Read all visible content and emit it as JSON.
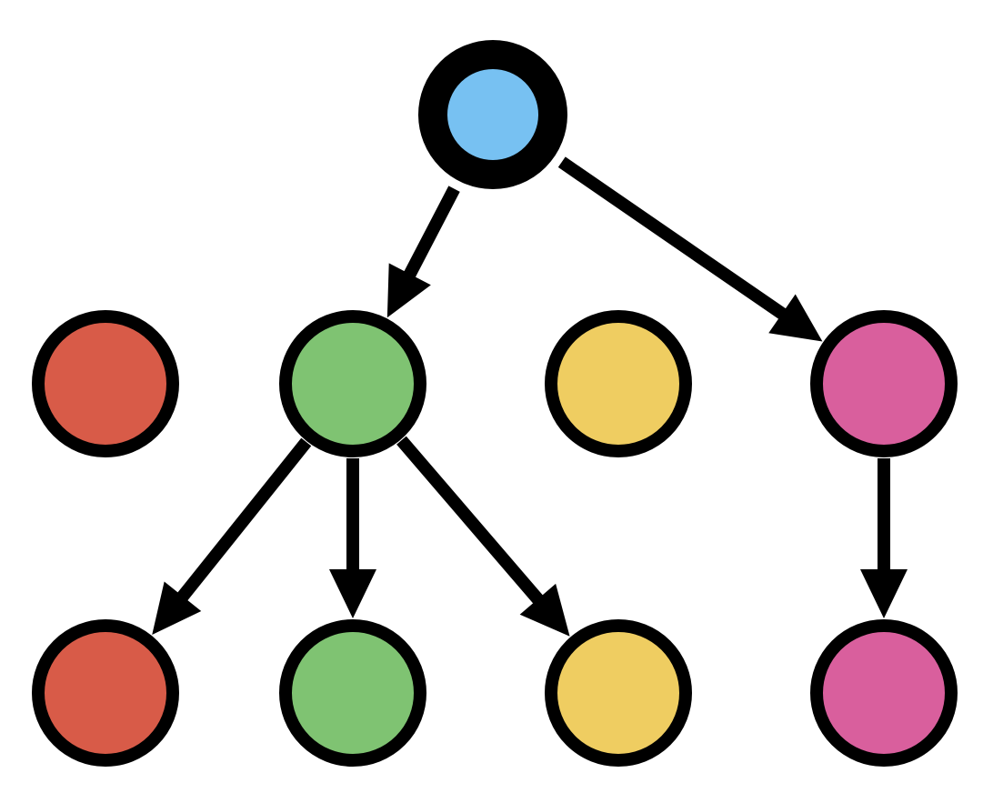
{
  "diagram": {
    "nodes": [
      {
        "id": "root",
        "color": "#77c1f2",
        "level": 0
      },
      {
        "id": "l1-red",
        "color": "#d85b48",
        "level": 1
      },
      {
        "id": "l1-green",
        "color": "#7fc372",
        "level": 1
      },
      {
        "id": "l1-yellow",
        "color": "#efcd61",
        "level": 1
      },
      {
        "id": "l1-pink",
        "color": "#d95f9d",
        "level": 1
      },
      {
        "id": "l2-red",
        "color": "#d85b48",
        "level": 2
      },
      {
        "id": "l2-green",
        "color": "#7fc372",
        "level": 2
      },
      {
        "id": "l2-yellow",
        "color": "#efcd61",
        "level": 2
      },
      {
        "id": "l2-pink",
        "color": "#d95f9d",
        "level": 2
      }
    ],
    "edges": [
      {
        "from": "root",
        "to": "l1-green"
      },
      {
        "from": "root",
        "to": "l1-pink"
      },
      {
        "from": "l1-green",
        "to": "l2-red"
      },
      {
        "from": "l1-green",
        "to": "l2-green"
      },
      {
        "from": "l1-green",
        "to": "l2-yellow"
      },
      {
        "from": "l1-pink",
        "to": "l2-pink"
      }
    ]
  }
}
